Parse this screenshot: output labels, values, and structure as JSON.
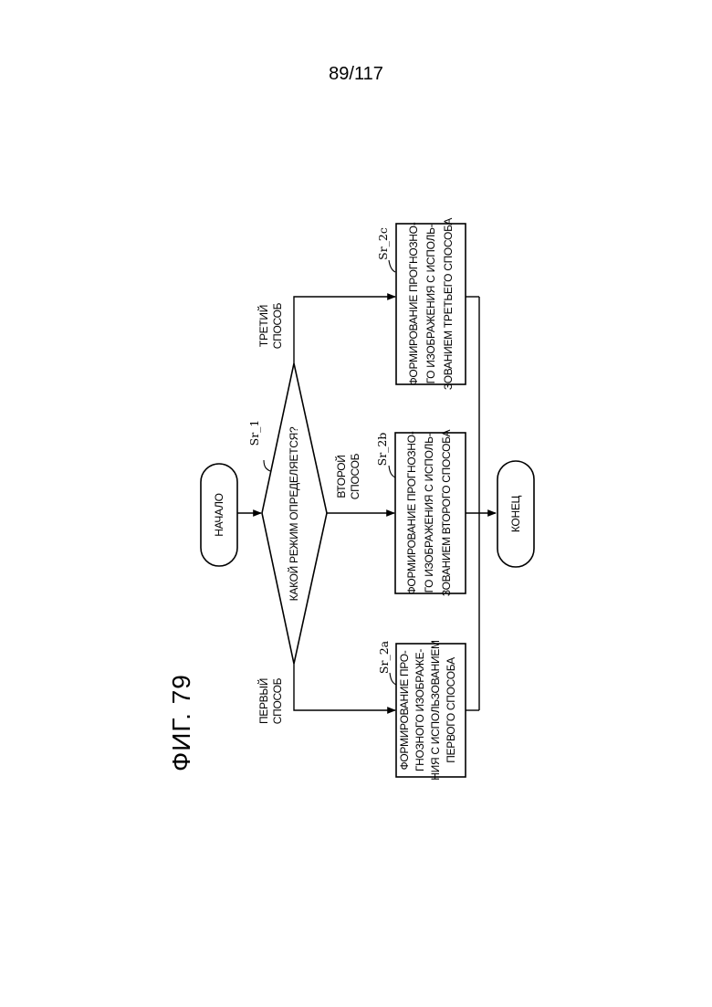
{
  "page": {
    "number": "89/117"
  },
  "figure": {
    "label": "ФИГ. 79"
  },
  "flowchart": {
    "start": "НАЧАЛО",
    "end": "КОНЕЦ",
    "decision": {
      "text": "КАКОЙ РЕЖИМ ОПРЕДЕЛЯЕТСЯ?",
      "ref": "Sr_1"
    },
    "branches": [
      {
        "label_lines": [
          "ПЕРВЫЙ",
          "СПОСОБ"
        ]
      },
      {
        "label_lines": [
          "ВТОРОЙ",
          "СПОСОБ"
        ]
      },
      {
        "label_lines": [
          "ТРЕТИЙ",
          "СПОСОБ"
        ]
      }
    ],
    "processes": [
      {
        "ref": "Sr_2a",
        "lines": [
          "ФОРМИРОВАНИЕ ПРО-",
          "ГНОЗНОГО ИЗОБРАЖЕ-",
          "НИЯ С ИСПОЛЬЗОВАНИЕМ",
          "ПЕРВОГО СПОСОБА"
        ]
      },
      {
        "ref": "Sr_2b",
        "lines": [
          "ФОРМИРОВАНИЕ ПРОГНОЗНО-",
          "ГО ИЗОБРАЖЕНИЯ С ИСПОЛЬ-",
          "ЗОВАНИЕМ ВТОРОГО СПОСОБА"
        ]
      },
      {
        "ref": "Sr_2c",
        "lines": [
          "ФОРМИРОВАНИЕ ПРОГНОЗНО-",
          "ГО ИЗОБРАЖЕНИЯ С ИСПОЛЬ-",
          "ЗОВАНИЕМ ТРЕТЬЕГО СПОСОБА"
        ]
      }
    ]
  }
}
